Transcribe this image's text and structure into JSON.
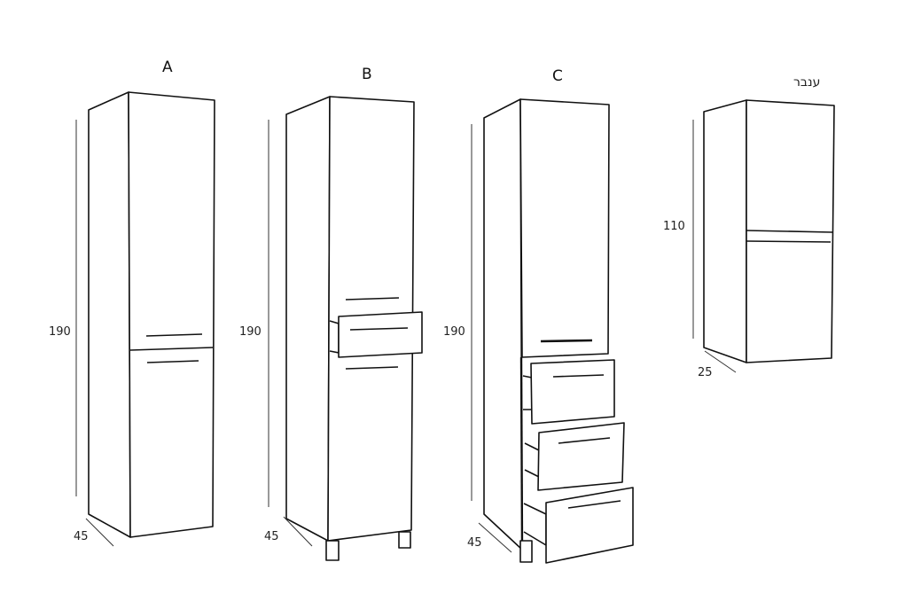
{
  "cabinets": [
    {
      "title": "A",
      "height_label": "190",
      "depth_label": "45"
    },
    {
      "title": "B",
      "height_label": "190",
      "depth_label": "45"
    },
    {
      "title": "C",
      "height_label": "190",
      "depth_label": "45"
    },
    {
      "title": "ענבר",
      "height_label": "110",
      "depth_label": "25"
    }
  ]
}
